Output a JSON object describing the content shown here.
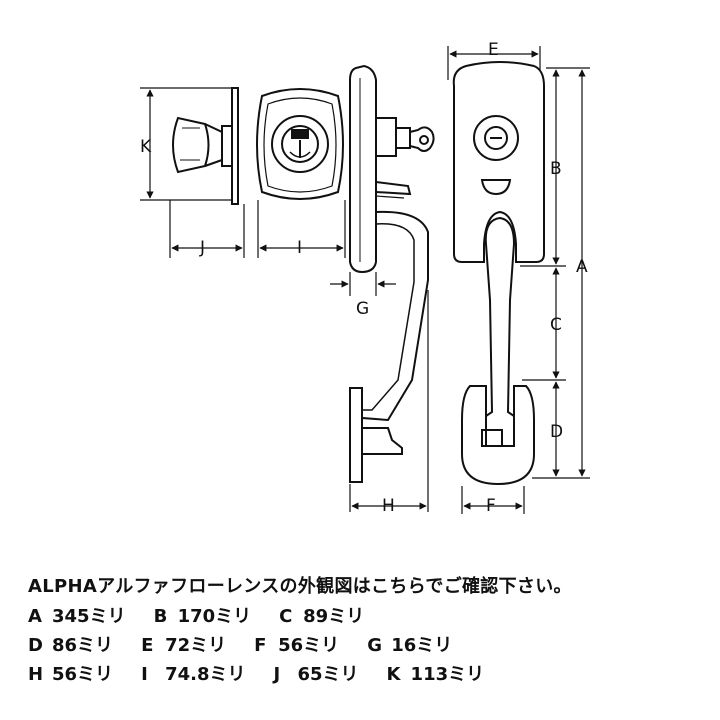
{
  "diagram": {
    "dim_labels": {
      "A": "A",
      "B": "B",
      "C": "C",
      "D": "D",
      "E": "E",
      "F": "F",
      "G": "G",
      "H": "H",
      "I": "I",
      "J": "J",
      "K": "K"
    }
  },
  "caption": {
    "title": "ALPHAアルファフローレンスの外観図はこちらでご確認下さい。",
    "rows": [
      [
        {
          "label": "A",
          "value": "345ミリ"
        },
        {
          "label": "B",
          "value": "170ミリ"
        },
        {
          "label": "C",
          "value": "89ミリ"
        }
      ],
      [
        {
          "label": "D",
          "value": "86ミリ"
        },
        {
          "label": "E",
          "value": "72ミリ"
        },
        {
          "label": "F",
          "value": "56ミリ"
        },
        {
          "label": "G",
          "value": "16ミリ"
        }
      ],
      [
        {
          "label": "H",
          "value": "56ミリ"
        },
        {
          "label": "I",
          "value": "74.8ミリ"
        },
        {
          "label": "J",
          "value": "65ミリ"
        },
        {
          "label": "K",
          "value": "113ミリ"
        }
      ]
    ]
  }
}
